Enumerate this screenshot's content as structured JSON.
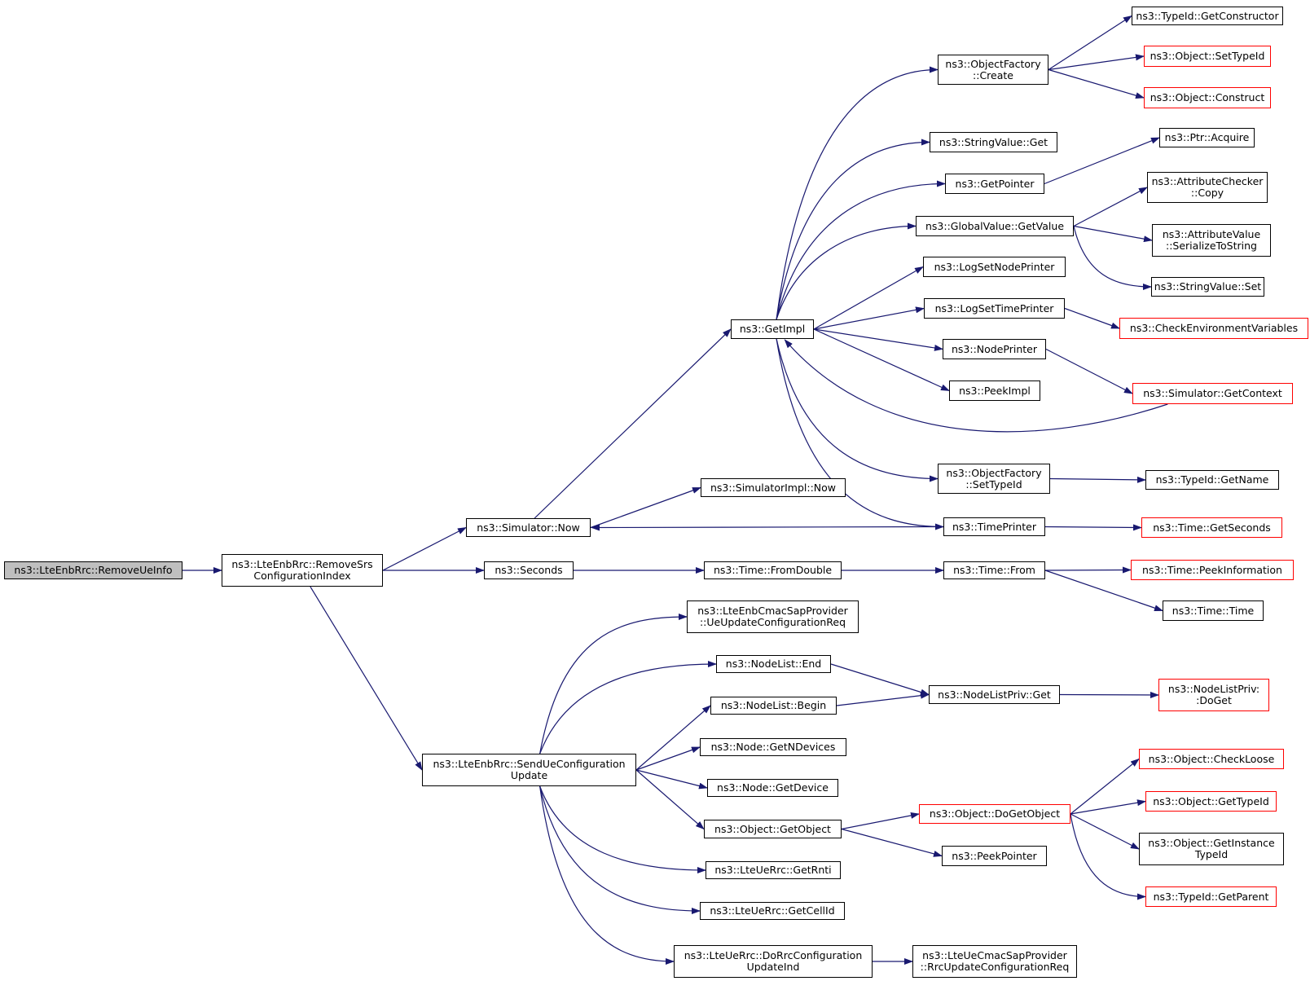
{
  "diagram": {
    "title": "",
    "colors": {
      "edge": "#191970",
      "box_border": "#000000",
      "truncated_border": "#ff0000",
      "root_fill": "#bfbfbf",
      "background": "#ffffff"
    },
    "nodes": [
      {
        "id": "remove-ue-info",
        "lines": [
          "ns3::LteEnbRrc::RemoveUeInfo"
        ],
        "style": "root"
      },
      {
        "id": "remove-srs-configuration-index",
        "lines": [
          "ns3::LteEnbRrc::RemoveSrs",
          "ConfigurationIndex"
        ],
        "style": "normal"
      },
      {
        "id": "simulator-now",
        "lines": [
          "ns3::Simulator::Now"
        ],
        "style": "normal"
      },
      {
        "id": "seconds",
        "lines": [
          "ns3::Seconds"
        ],
        "style": "normal"
      },
      {
        "id": "send-ue-configuration-update",
        "lines": [
          "ns3::LteEnbRrc::SendUeConfiguration",
          "Update"
        ],
        "style": "normal"
      },
      {
        "id": "get-impl",
        "lines": [
          "ns3::GetImpl"
        ],
        "style": "normal"
      },
      {
        "id": "simulator-impl-now",
        "lines": [
          "ns3::SimulatorImpl::Now"
        ],
        "style": "normal"
      },
      {
        "id": "time-from-double",
        "lines": [
          "ns3::Time::FromDouble"
        ],
        "style": "normal"
      },
      {
        "id": "ue-update-configuration-req",
        "lines": [
          "ns3::LteEnbCmacSapProvider",
          "::UeUpdateConfigurationReq"
        ],
        "style": "normal"
      },
      {
        "id": "node-list-end",
        "lines": [
          "ns3::NodeList::End"
        ],
        "style": "normal"
      },
      {
        "id": "node-list-begin",
        "lines": [
          "ns3::NodeList::Begin"
        ],
        "style": "normal"
      },
      {
        "id": "node-get-n-devices",
        "lines": [
          "ns3::Node::GetNDevices"
        ],
        "style": "normal"
      },
      {
        "id": "node-get-device",
        "lines": [
          "ns3::Node::GetDevice"
        ],
        "style": "normal"
      },
      {
        "id": "object-get-object",
        "lines": [
          "ns3::Object::GetObject"
        ],
        "style": "normal"
      },
      {
        "id": "lte-ue-rrc-get-rnti",
        "lines": [
          "ns3::LteUeRrc::GetRnti"
        ],
        "style": "normal"
      },
      {
        "id": "lte-ue-rrc-get-cell-id",
        "lines": [
          "ns3::LteUeRrc::GetCellId"
        ],
        "style": "normal"
      },
      {
        "id": "do-rrc-configuration-update-ind",
        "lines": [
          "ns3::LteUeRrc::DoRrcConfiguration",
          "UpdateInd"
        ],
        "style": "normal"
      },
      {
        "id": "object-factory-create",
        "lines": [
          "ns3::ObjectFactory",
          "::Create"
        ],
        "style": "normal"
      },
      {
        "id": "string-value-get",
        "lines": [
          "ns3::StringValue::Get"
        ],
        "style": "normal"
      },
      {
        "id": "get-pointer",
        "lines": [
          "ns3::GetPointer"
        ],
        "style": "normal"
      },
      {
        "id": "global-value-get-value",
        "lines": [
          "ns3::GlobalValue::GetValue"
        ],
        "style": "normal"
      },
      {
        "id": "log-set-node-printer",
        "lines": [
          "ns3::LogSetNodePrinter"
        ],
        "style": "normal"
      },
      {
        "id": "log-set-time-printer",
        "lines": [
          "ns3::LogSetTimePrinter"
        ],
        "style": "normal"
      },
      {
        "id": "node-printer",
        "lines": [
          "ns3::NodePrinter"
        ],
        "style": "normal"
      },
      {
        "id": "peek-impl",
        "lines": [
          "ns3::PeekImpl"
        ],
        "style": "normal"
      },
      {
        "id": "object-factory-set-type-id",
        "lines": [
          "ns3::ObjectFactory",
          "::SetTypeId"
        ],
        "style": "normal"
      },
      {
        "id": "time-printer",
        "lines": [
          "ns3::TimePrinter"
        ],
        "style": "normal"
      },
      {
        "id": "time-from",
        "lines": [
          "ns3::Time::From"
        ],
        "style": "normal"
      },
      {
        "id": "node-list-priv-get",
        "lines": [
          "ns3::NodeListPriv::Get"
        ],
        "style": "normal"
      },
      {
        "id": "object-do-get-object",
        "lines": [
          "ns3::Object::DoGetObject"
        ],
        "style": "truncated"
      },
      {
        "id": "peek-pointer",
        "lines": [
          "ns3::PeekPointer"
        ],
        "style": "normal"
      },
      {
        "id": "rrc-update-configuration-req",
        "lines": [
          "ns3::LteUeCmacSapProvider",
          "::RrcUpdateConfigurationReq"
        ],
        "style": "normal"
      },
      {
        "id": "type-id-get-constructor",
        "lines": [
          "ns3::TypeId::GetConstructor"
        ],
        "style": "normal"
      },
      {
        "id": "object-set-type-id",
        "lines": [
          "ns3::Object::SetTypeId"
        ],
        "style": "truncated"
      },
      {
        "id": "object-construct",
        "lines": [
          "ns3::Object::Construct"
        ],
        "style": "truncated"
      },
      {
        "id": "ptr-acquire",
        "lines": [
          "ns3::Ptr::Acquire"
        ],
        "style": "normal"
      },
      {
        "id": "attribute-checker-copy",
        "lines": [
          "ns3::AttributeChecker",
          "::Copy"
        ],
        "style": "normal"
      },
      {
        "id": "attribute-value-serialize-to-string",
        "lines": [
          "ns3::AttributeValue",
          "::SerializeToString"
        ],
        "style": "normal"
      },
      {
        "id": "string-value-set",
        "lines": [
          "ns3::StringValue::Set"
        ],
        "style": "normal"
      },
      {
        "id": "check-environment-variables",
        "lines": [
          "ns3::CheckEnvironmentVariables"
        ],
        "style": "truncated"
      },
      {
        "id": "simulator-get-context",
        "lines": [
          "ns3::Simulator::GetContext"
        ],
        "style": "truncated"
      },
      {
        "id": "type-id-get-name",
        "lines": [
          "ns3::TypeId::GetName"
        ],
        "style": "normal"
      },
      {
        "id": "time-get-seconds",
        "lines": [
          "ns3::Time::GetSeconds"
        ],
        "style": "truncated"
      },
      {
        "id": "time-peek-information",
        "lines": [
          "ns3::Time::PeekInformation"
        ],
        "style": "truncated"
      },
      {
        "id": "time-time",
        "lines": [
          "ns3::Time::Time"
        ],
        "style": "normal"
      },
      {
        "id": "node-list-priv-do-get",
        "lines": [
          "ns3::NodeListPriv:",
          ":DoGet"
        ],
        "style": "truncated"
      },
      {
        "id": "object-check-loose",
        "lines": [
          "ns3::Object::CheckLoose"
        ],
        "style": "truncated"
      },
      {
        "id": "object-get-type-id",
        "lines": [
          "ns3::Object::GetTypeId"
        ],
        "style": "truncated"
      },
      {
        "id": "object-get-instance-type-id",
        "lines": [
          "ns3::Object::GetInstance",
          "TypeId"
        ],
        "style": "normal"
      },
      {
        "id": "type-id-get-parent",
        "lines": [
          "ns3::TypeId::GetParent"
        ],
        "style": "truncated"
      }
    ],
    "edges": [
      {
        "from": "remove-ue-info",
        "to": "remove-srs-configuration-index"
      },
      {
        "from": "remove-srs-configuration-index",
        "to": "simulator-now"
      },
      {
        "from": "remove-srs-configuration-index",
        "to": "seconds"
      },
      {
        "from": "remove-srs-configuration-index",
        "to": "send-ue-configuration-update"
      },
      {
        "from": "simulator-now",
        "to": "get-impl"
      },
      {
        "from": "simulator-now",
        "to": "simulator-impl-now"
      },
      {
        "from": "seconds",
        "to": "time-from-double"
      },
      {
        "from": "send-ue-configuration-update",
        "to": "ue-update-configuration-req"
      },
      {
        "from": "send-ue-configuration-update",
        "to": "node-list-end"
      },
      {
        "from": "send-ue-configuration-update",
        "to": "node-list-begin"
      },
      {
        "from": "send-ue-configuration-update",
        "to": "node-get-n-devices"
      },
      {
        "from": "send-ue-configuration-update",
        "to": "node-get-device"
      },
      {
        "from": "send-ue-configuration-update",
        "to": "object-get-object"
      },
      {
        "from": "send-ue-configuration-update",
        "to": "lte-ue-rrc-get-rnti"
      },
      {
        "from": "send-ue-configuration-update",
        "to": "lte-ue-rrc-get-cell-id"
      },
      {
        "from": "send-ue-configuration-update",
        "to": "do-rrc-configuration-update-ind"
      },
      {
        "from": "get-impl",
        "to": "object-factory-create"
      },
      {
        "from": "get-impl",
        "to": "string-value-get"
      },
      {
        "from": "get-impl",
        "to": "get-pointer"
      },
      {
        "from": "get-impl",
        "to": "global-value-get-value"
      },
      {
        "from": "get-impl",
        "to": "log-set-node-printer"
      },
      {
        "from": "get-impl",
        "to": "log-set-time-printer"
      },
      {
        "from": "get-impl",
        "to": "node-printer"
      },
      {
        "from": "get-impl",
        "to": "peek-impl"
      },
      {
        "from": "get-impl",
        "to": "object-factory-set-type-id"
      },
      {
        "from": "get-impl",
        "to": "time-printer"
      },
      {
        "from": "time-from-double",
        "to": "time-from"
      },
      {
        "from": "node-list-end",
        "to": "node-list-priv-get"
      },
      {
        "from": "node-list-begin",
        "to": "node-list-priv-get"
      },
      {
        "from": "object-get-object",
        "to": "object-do-get-object"
      },
      {
        "from": "object-get-object",
        "to": "peek-pointer"
      },
      {
        "from": "do-rrc-configuration-update-ind",
        "to": "rrc-update-configuration-req"
      },
      {
        "from": "object-factory-create",
        "to": "type-id-get-constructor"
      },
      {
        "from": "object-factory-create",
        "to": "object-set-type-id"
      },
      {
        "from": "object-factory-create",
        "to": "object-construct"
      },
      {
        "from": "get-pointer",
        "to": "ptr-acquire"
      },
      {
        "from": "global-value-get-value",
        "to": "attribute-checker-copy"
      },
      {
        "from": "global-value-get-value",
        "to": "attribute-value-serialize-to-string"
      },
      {
        "from": "global-value-get-value",
        "to": "string-value-set"
      },
      {
        "from": "log-set-time-printer",
        "to": "check-environment-variables"
      },
      {
        "from": "node-printer",
        "to": "simulator-get-context"
      },
      {
        "from": "simulator-get-context",
        "to": "get-impl"
      },
      {
        "from": "object-factory-set-type-id",
        "to": "type-id-get-name"
      },
      {
        "from": "time-printer",
        "to": "simulator-now"
      },
      {
        "from": "time-printer",
        "to": "time-get-seconds"
      },
      {
        "from": "time-from",
        "to": "time-peek-information"
      },
      {
        "from": "time-from",
        "to": "time-time"
      },
      {
        "from": "node-list-priv-get",
        "to": "node-list-priv-do-get"
      },
      {
        "from": "object-do-get-object",
        "to": "object-check-loose"
      },
      {
        "from": "object-do-get-object",
        "to": "object-get-type-id"
      },
      {
        "from": "object-do-get-object",
        "to": "object-get-instance-type-id"
      },
      {
        "from": "object-do-get-object",
        "to": "type-id-get-parent"
      }
    ]
  }
}
